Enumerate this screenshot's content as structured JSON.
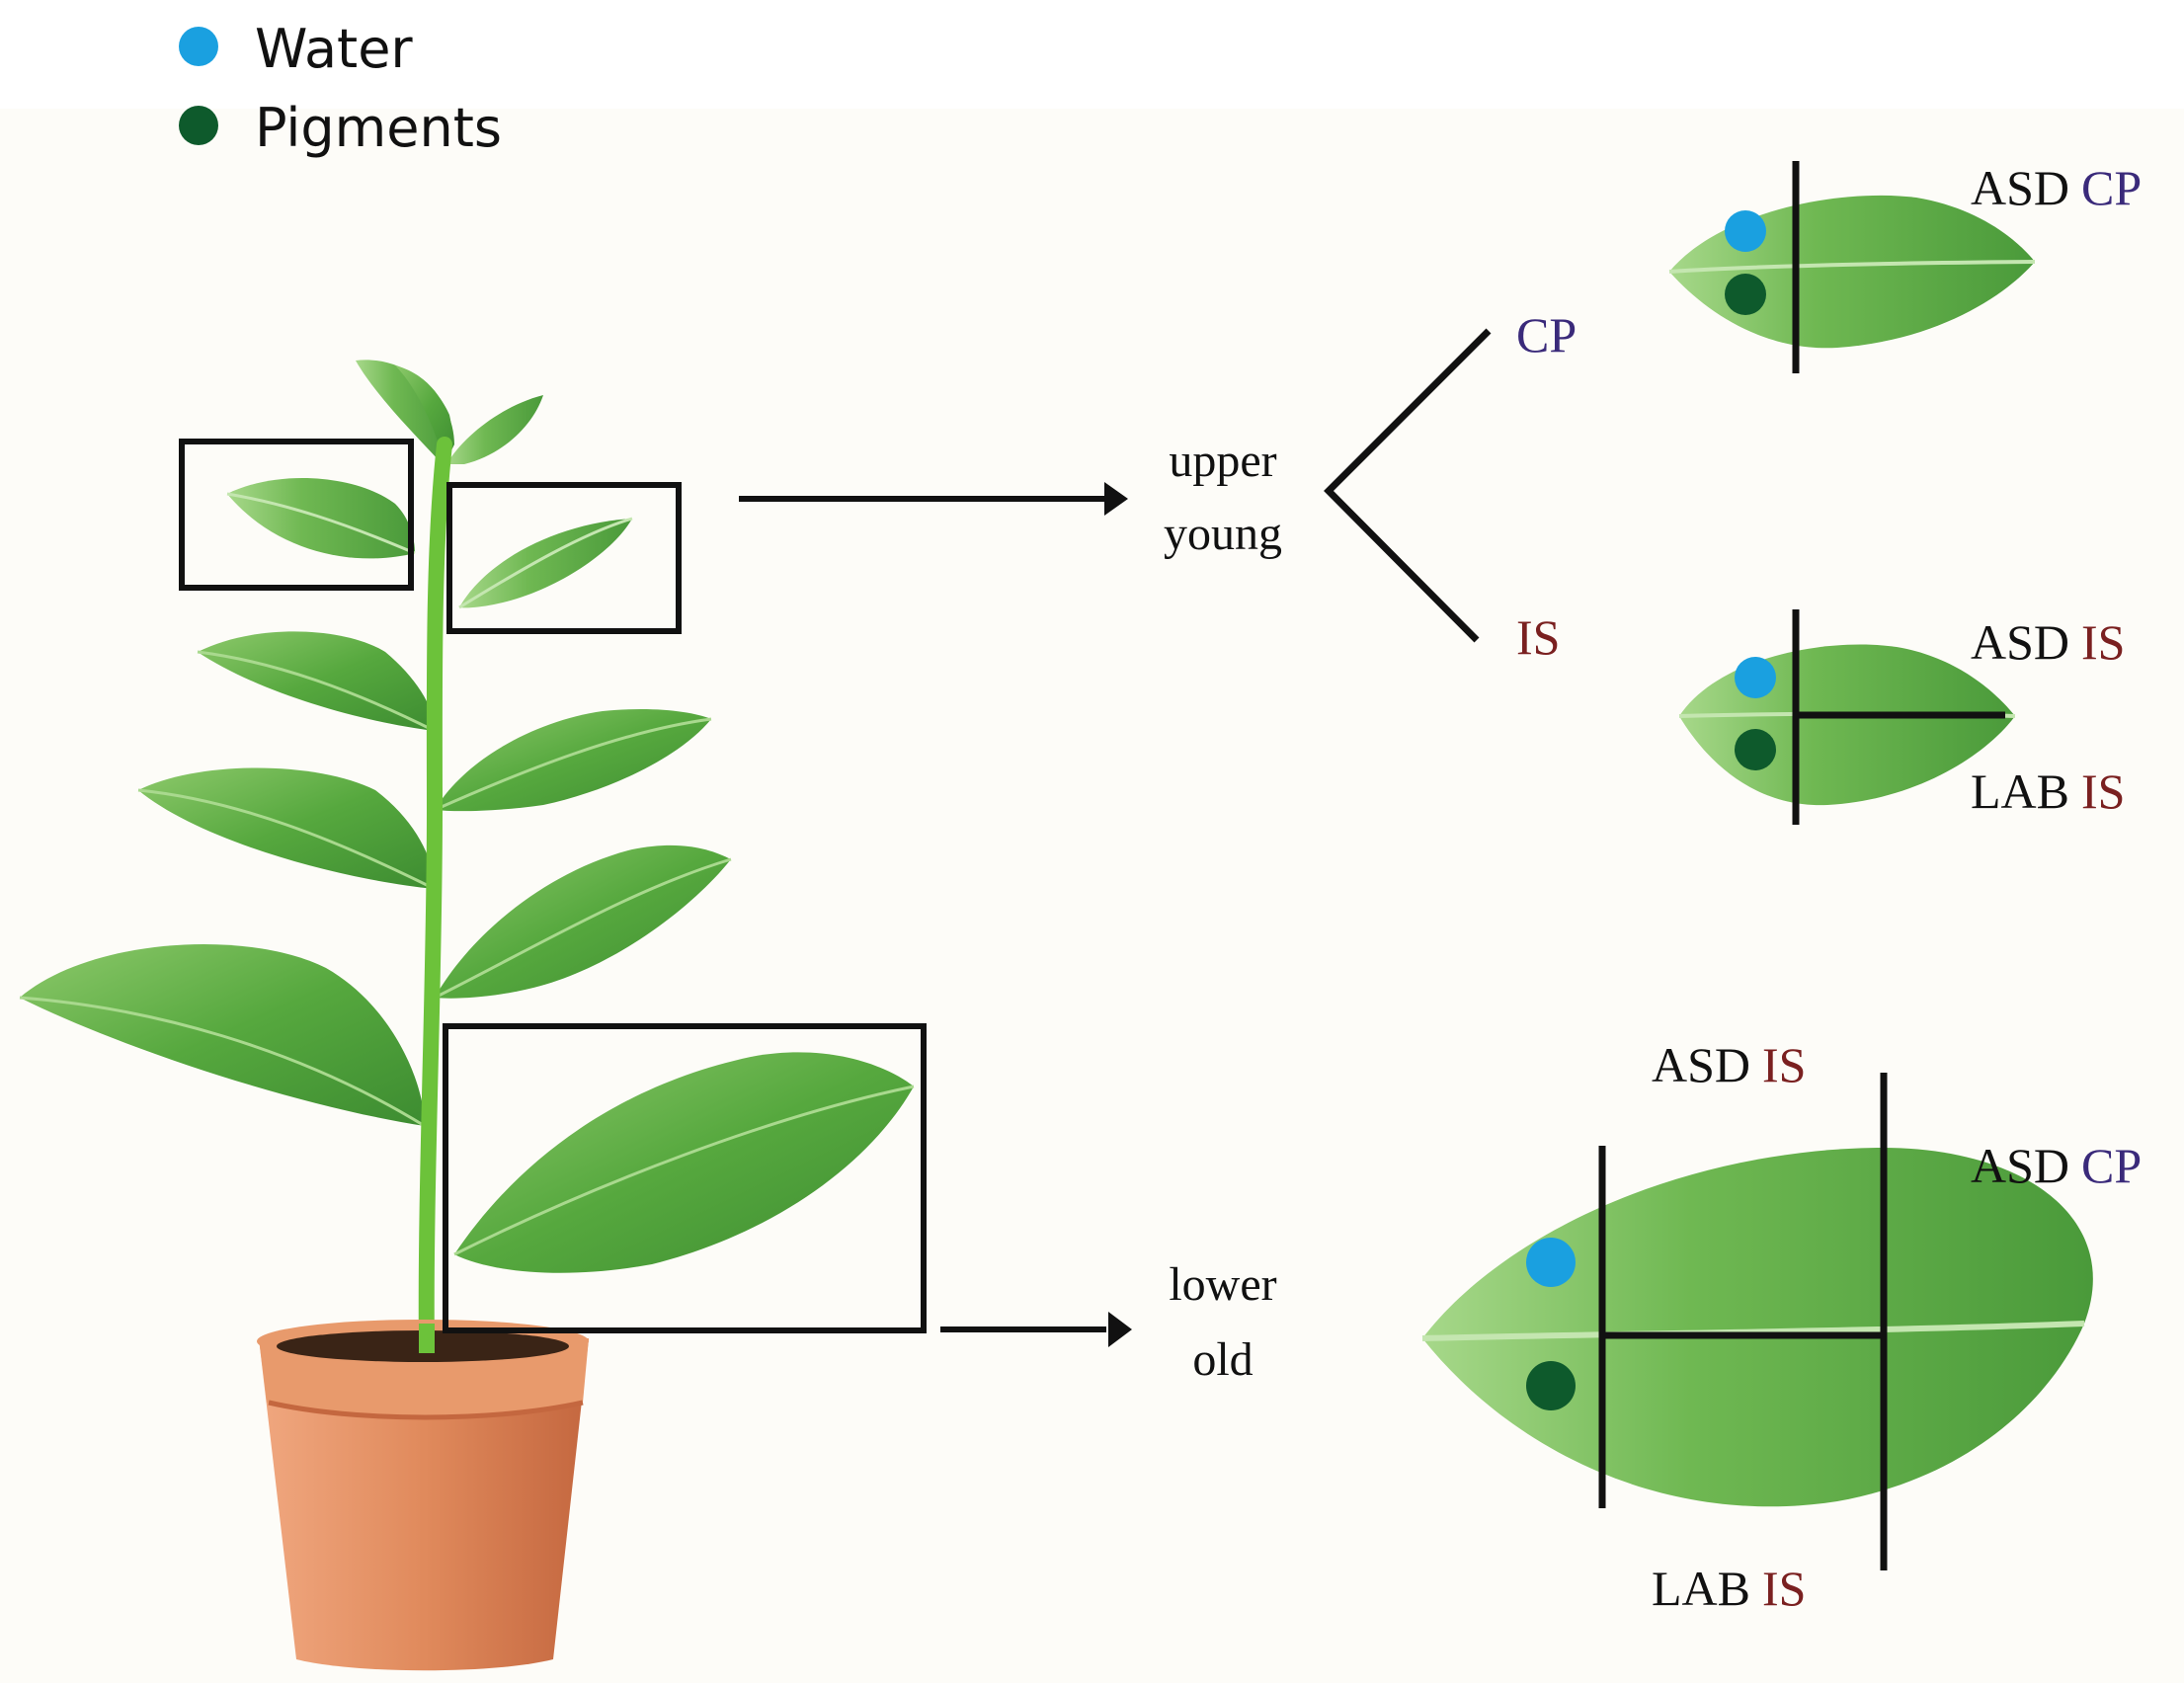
{
  "legend": {
    "items": [
      {
        "label": "Water",
        "color": "#1aa0e0"
      },
      {
        "label": "Pigments",
        "color": "#0e5a2c"
      }
    ]
  },
  "colors": {
    "leaf_light": "#8dc96b",
    "leaf_mid": "#56a83e",
    "leaf_dark": "#2f7a2a",
    "stem": "#6cc23a",
    "pot": "#e08a5c",
    "pot_dark": "#c4673f",
    "soil": "#3a2416",
    "cp_text": "#3a2a7a",
    "is_text": "#7a2020",
    "line": "#111111",
    "background": "#fdfcf8"
  },
  "branches": {
    "upper_line1": "upper",
    "upper_line2": "young",
    "lower_line1": "lower",
    "lower_line2": "old",
    "cp": "CP",
    "is": "IS"
  },
  "leaf_labels": {
    "top_asd": "ASD",
    "top_cp": "CP",
    "mid_asd": "ASD",
    "mid_asd_is": "IS",
    "mid_lab": "LAB",
    "mid_lab_is": "IS",
    "big_asd_top": "ASD",
    "big_asd_top_is": "IS",
    "big_asd_right": "ASD",
    "big_asd_right_cp": "CP",
    "big_lab": "LAB",
    "big_lab_is": "IS"
  }
}
